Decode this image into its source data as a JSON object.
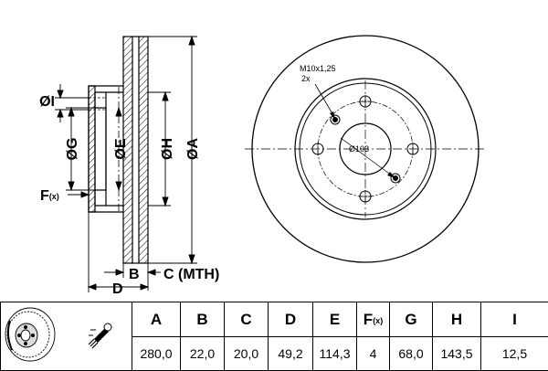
{
  "labels": {
    "dia_i": "ØI",
    "dia_g": "ØG",
    "dia_e": "ØE",
    "dia_h": "ØH",
    "dia_a": "ØA",
    "f_main": "F",
    "f_sub": "(x)",
    "b": "B",
    "c_mth": "C (MTH)",
    "d": "D",
    "thread": "M10x1,25",
    "thread_count": "2x",
    "pcd": "Ø103"
  },
  "table": {
    "headers": [
      "A",
      "B",
      "C",
      "D",
      "E",
      "F",
      "G",
      "H",
      "I"
    ],
    "header_f_sub": "(x)",
    "values": [
      "280,0",
      "22,0",
      "20,0",
      "49,2",
      "114,3",
      "4",
      "68,0",
      "143,5",
      "12,5"
    ]
  },
  "colors": {
    "line": "#000000",
    "background": "#ffffff",
    "hatch": "#000000"
  },
  "icons": [
    "brake-disc-thumbnail-icon",
    "bolt-icon"
  ]
}
